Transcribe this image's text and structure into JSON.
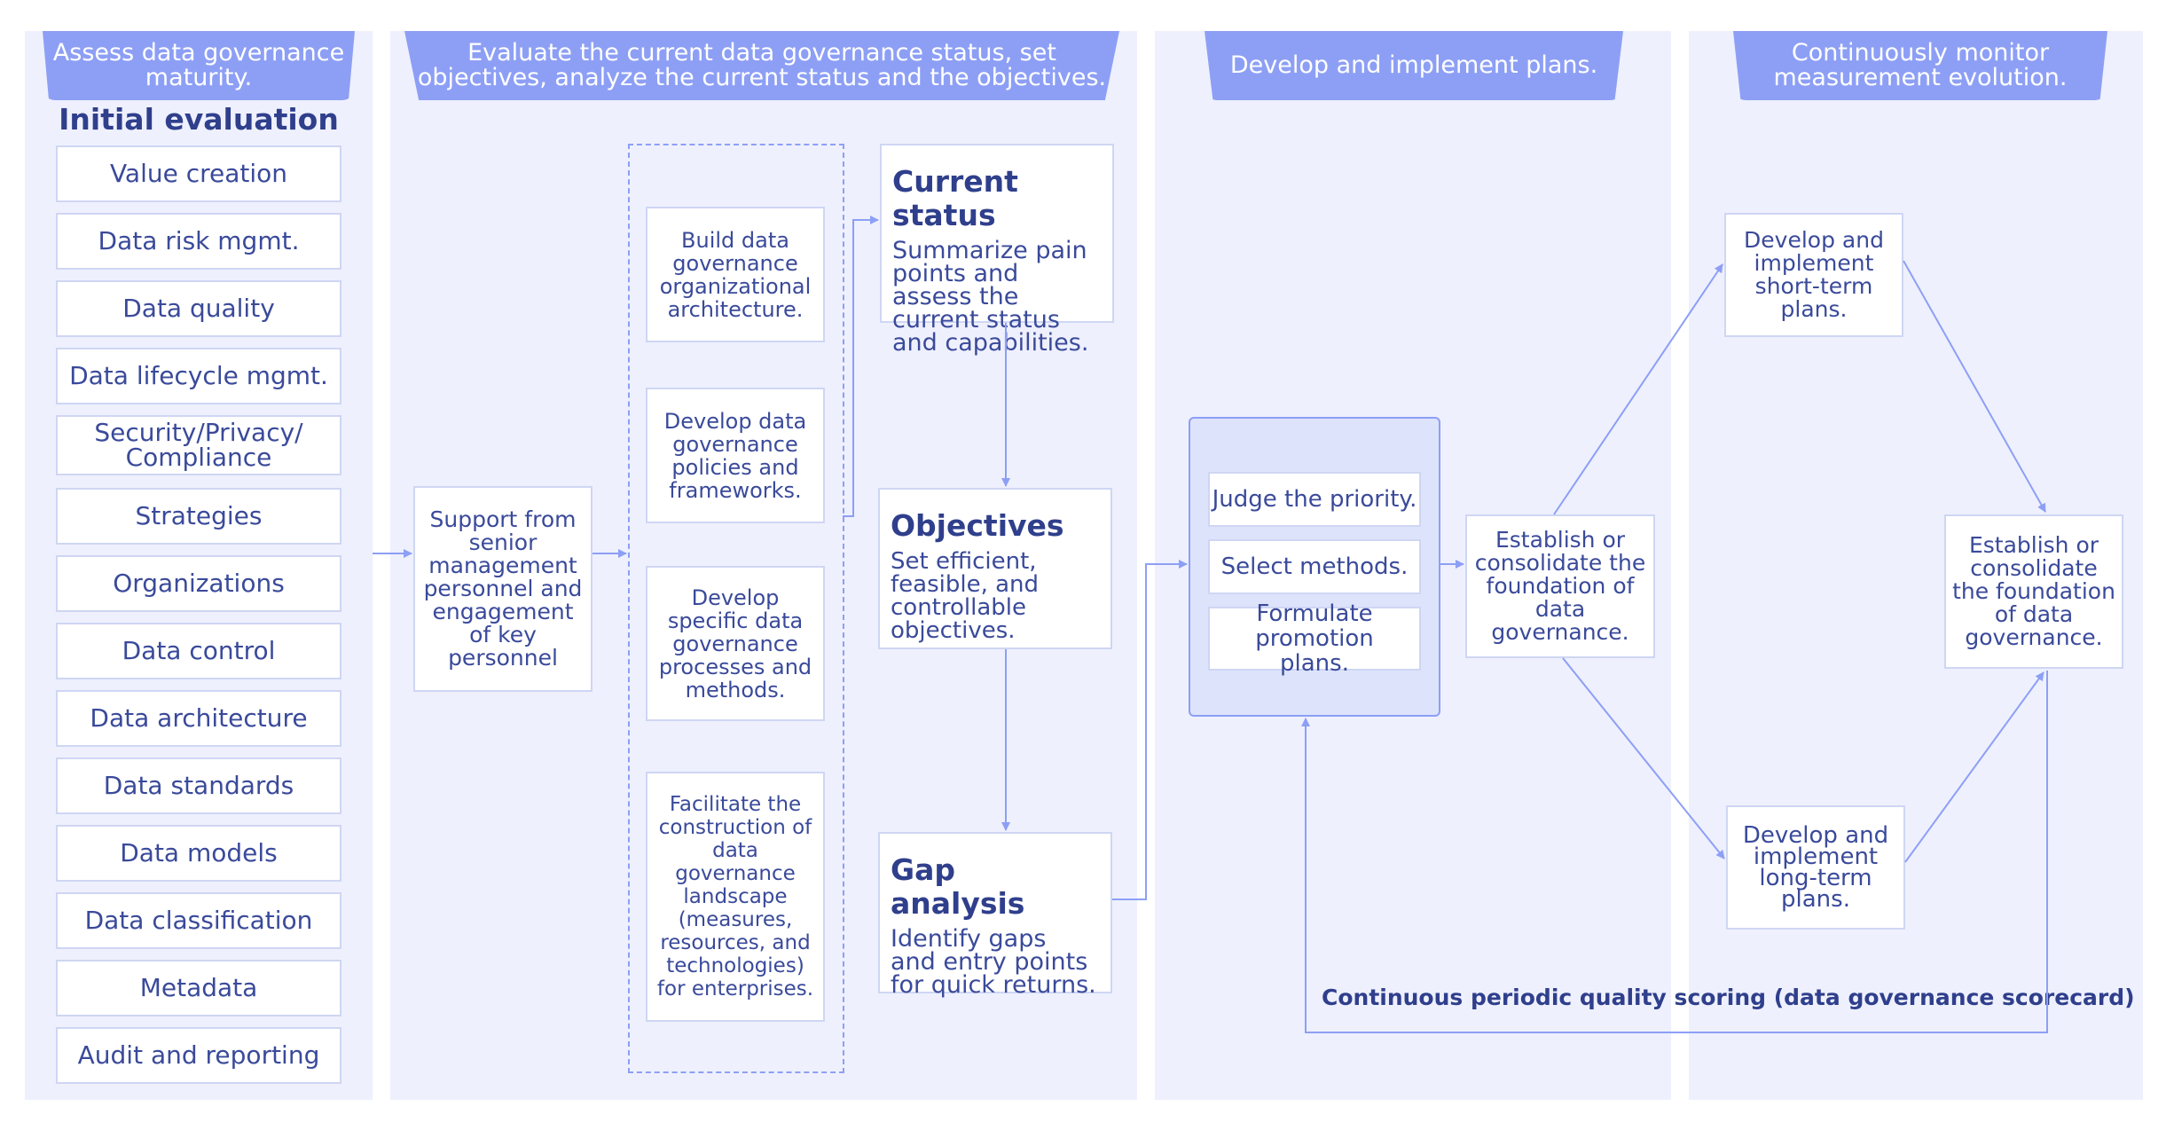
{
  "stages": [
    {
      "header": "Assess data governance maturity."
    },
    {
      "header": "Evaluate the current data governance status, set objectives, analyze the current status and the objectives."
    },
    {
      "header": "Develop and implement plans."
    },
    {
      "header": "Continuously monitor measurement evolution."
    }
  ],
  "initial_evaluation": {
    "title": "Initial evaluation",
    "items": [
      "Value creation",
      "Data risk mgmt.",
      "Data quality",
      "Data lifecycle mgmt.",
      "Security/Privacy/ Compliance",
      "Strategies",
      "Organizations",
      "Data control",
      "Data architecture",
      "Data standards",
      "Data models",
      "Data classification",
      "Metadata",
      "Audit and reporting"
    ]
  },
  "support": "Support from senior management personnel and engagement of key personnel",
  "foundations": [
    "Build data governance organizational architecture.",
    "Develop data governance policies and frameworks.",
    "Develop specific data governance processes and methods.",
    "Facilitate the construction of data governance landscape (measures, resources, and technologies) for enterprises."
  ],
  "analysis": {
    "current_status": {
      "title": "Current status",
      "desc": "Summarize pain points and assess the current status and capabilities."
    },
    "objectives": {
      "title": "Objectives",
      "desc": "Set efficient, feasible, and controllable objectives."
    },
    "gap_analysis": {
      "title": "Gap analysis",
      "desc": "Identify gaps and entry points for quick returns."
    }
  },
  "plan_steps": [
    "Judge the priority.",
    "Select methods.",
    "Formulate promotion plans."
  ],
  "establish": "Establish or consolidate the foundation of data governance.",
  "short_term": "Develop and implement short-term plans.",
  "long_term": "Develop and implement long-term plans.",
  "establish_final": "Establish or consolidate the foundation of data governance.",
  "scorecard": "Continuous periodic quality scoring (data governance scorecard)",
  "colors": {
    "panel": "#eef0fd",
    "header": "#8d9ff5",
    "line": "#8d9ff5",
    "text": "#3a4a9a",
    "group": "#dde3fb"
  }
}
